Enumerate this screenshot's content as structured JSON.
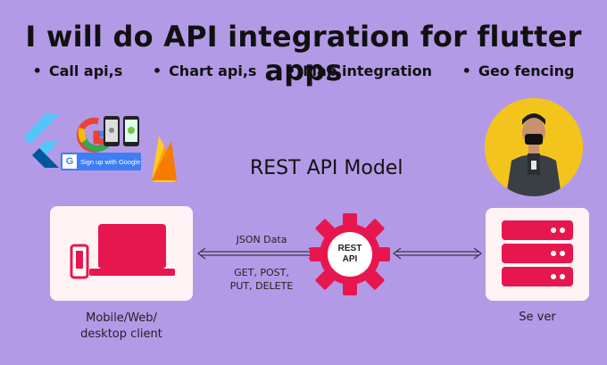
{
  "title": "I will do API integration for flutter apps",
  "bullets": [
    "Call api,s",
    "Chart api,s",
    "Map integration",
    "Geo fencing"
  ],
  "logos": {
    "google_letter": "G",
    "signin_button": "Sign up with Google"
  },
  "model_title": "REST API Model",
  "client_label_line1": "Mobile/Web/",
  "client_label_line2": "desktop client",
  "server_label": "Se ver",
  "json_label": "JSON Data",
  "methods_line1": "GET, POST,",
  "methods_line2": "PUT, DELETE",
  "gear_line1": "REST",
  "gear_line2": "API",
  "colors": {
    "background": "#b39ae6",
    "accent": "#e8164f",
    "card": "#fff3f5",
    "avatar_ring": "#f3c51c"
  }
}
